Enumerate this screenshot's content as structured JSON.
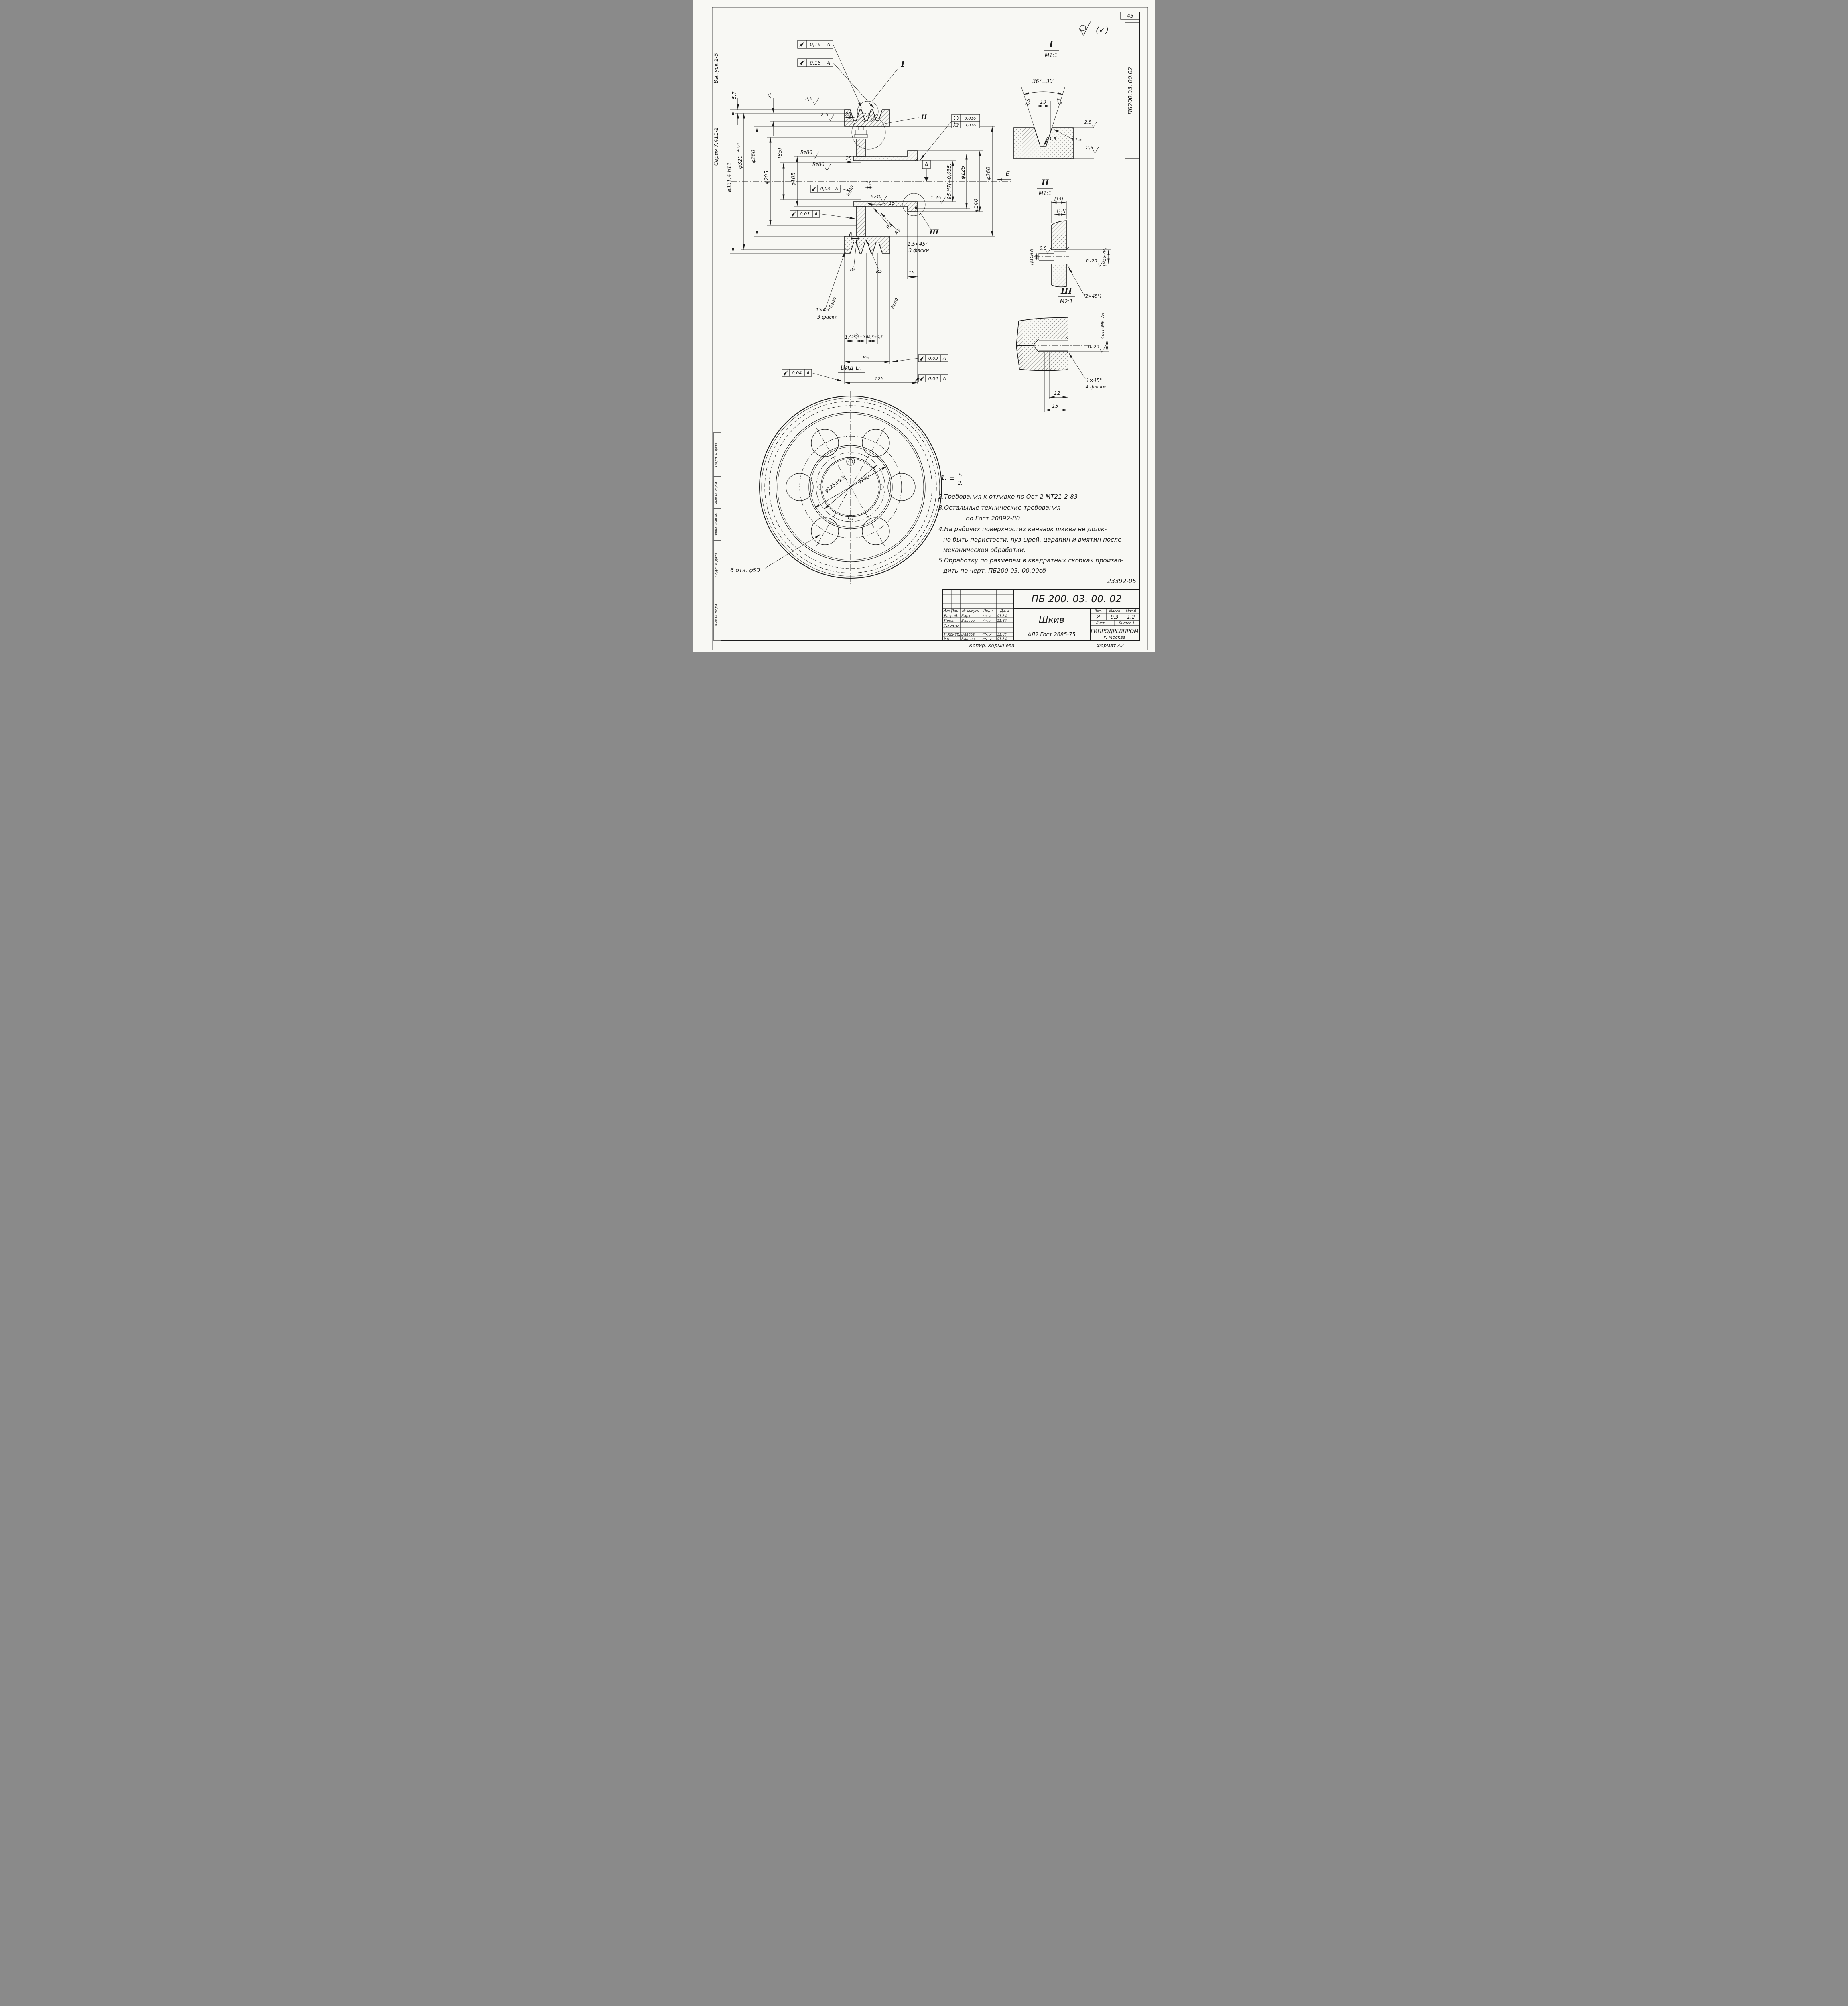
{
  "sheet": {
    "number": "45",
    "doc_vertical": "ПБ200.03. 00.02",
    "series": "Серия 7.411-2",
    "issue": "Выпуск 2-5",
    "finish_note": "(✓)",
    "copier": "Копир. Ходышева",
    "format": "Формат А2",
    "code": "23392-05",
    "stamps": {
      "s1": "Подп. и дата",
      "s2": "Инв.№ дубл.",
      "s3": "Взам. инв.№",
      "s4": "Подп. и дата",
      "s5": "Инв.№ подл."
    }
  },
  "mv": {
    "runout": "0,16",
    "runout2": "0,03",
    "runout3": "0,04",
    "datum": "А",
    "d57": "5,7",
    "d20": "20",
    "r25": "2,5",
    "d23": "23",
    "rz80": "Rz80",
    "rz40": "Rz40",
    "r125": "1,25",
    "br85": "[85]",
    "d331": "φ331,4 h11",
    "d320": "φ320",
    "d320t": "+2,0",
    "d260": "φ260",
    "d205": "φ205",
    "d105": "φ105",
    "d25": "25",
    "d8": "8",
    "d16": "16",
    "a15": "15°",
    "b95": "95 Н7(+0,035)",
    "d125": "φ125",
    "d140": "φ140",
    "viewb": "Б",
    "s1": "I",
    "s2": "II",
    "s3": "III",
    "t0016": "0,016",
    "ch15": "1,5×45°",
    "f3": "3 фаски",
    "ch1": "1×45°",
    "r5": "R5",
    "d15": "15",
    "d17": "17",
    "d17t": "+2",
    "p1": "25,5±0,5",
    "p2": "28,5±0,5",
    "d85": "85",
    "dlen": "125"
  },
  "det1": {
    "mark": "I",
    "scale": "М1:1",
    "angle": "36°±30′",
    "w": "19",
    "r": "2,5",
    "rad": "R1,5"
  },
  "det2": {
    "mark": "II",
    "scale": "М1:1",
    "b14": "[14]",
    "b12": "[12]",
    "b10": "[φ10Н8]",
    "r08": "0,8",
    "rz": "Rz20",
    "thr": "[М16-7Н]",
    "ch": "[2×45°]"
  },
  "det3": {
    "mark": "III",
    "scale": "М2:1",
    "holes": "4отв.М6-7Н",
    "rz": "Rz20",
    "ch1": "1×45°",
    "ch2": "4 фаски",
    "d12": "12",
    "d15": "15"
  },
  "vb": {
    "title": "Вид Б.",
    "bc": "φ125±0,3",
    "d200": "φ200",
    "holes": "6 отв. φ50"
  },
  "notes": {
    "n1a": "1.",
    "n1b": "±",
    "n1t": "t₂",
    "n1d": "2.",
    "n2": "2.Требования к отливке по Ост 2 МТ21-2-83",
    "n3a": "3.Остальные технические требования",
    "n3b": "по Гост 20892-80.",
    "n4a": "4.На рабочих поверхностях канавок шкива не долж-",
    "n4b": "но быть пористости, пуз ырей, царапин и вмятин после",
    "n4c": "механической обработки.",
    "n5a": "5.Обработку по размерам в квадратных скобках произво-",
    "n5b": "дить по черт. ПБ200.03. 00.00сб"
  },
  "tb": {
    "doc": "ПБ 200. 03. 00. 02",
    "name": "Шкив",
    "material": "АЛ2 Гост 2685-75",
    "h1": "Изм",
    "h2": "Лист",
    "h3": "№ докум.",
    "h4": "Подп.",
    "h5": "Дата",
    "r1": "Разраб.",
    "r1n": "Барк",
    "r1d": "03.84",
    "r2": "Пров.",
    "r2n": "Власов",
    "r2d": "11.84",
    "r3": "Т.контр.",
    "r5": "Н.контр.",
    "r5n": "Власов",
    "r5d": "11.84",
    "r6": "Утв.",
    "r6n": "Власов",
    "r6d": "03.84",
    "lith": "Лит.",
    "massh": "Масса",
    "scaleh": "Мас-б",
    "lit": "И",
    "mass": "9,3",
    "scale": "1:2",
    "sheeth": "Лист",
    "sheetsh": "Листов 1",
    "co1": "ГИПРОДРЕВПРОМ",
    "co2": "г. Москва"
  }
}
